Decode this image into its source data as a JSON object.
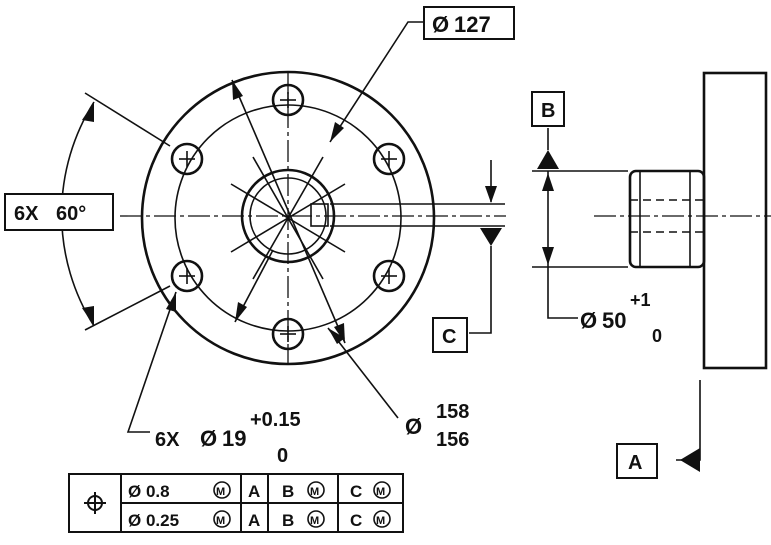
{
  "dims": {
    "pcd_symbol": "Ø",
    "pcd_value": "127",
    "angle_prefix": "6X",
    "angle_value": "60°",
    "holes_prefix": "6X",
    "holes_symbol": "Ø",
    "holes_value": "19",
    "holes_tol_upper": "+0.15",
    "holes_tol_lower": "0",
    "flange_symbol": "Ø",
    "flange_upper": "158",
    "flange_lower": "156",
    "pilot_symbol": "Ø",
    "pilot_value": "50",
    "pilot_tol_upper": "+1",
    "pilot_tol_lower": "0"
  },
  "datums": {
    "a": "A",
    "b": "B",
    "c": "C"
  },
  "fcf": {
    "symbol_icon": "position-icon",
    "rows": [
      {
        "tolerance": "Ø 0.8",
        "modifier": "M",
        "datum1": "A",
        "datum2": "B",
        "datum2_mod": "M",
        "datum3": "C",
        "datum3_mod": "M"
      },
      {
        "tolerance": "Ø 0.25",
        "modifier": "M",
        "datum1": "A",
        "datum2": "B",
        "datum2_mod": "M",
        "datum3": "C",
        "datum3_mod": "M"
      }
    ]
  }
}
